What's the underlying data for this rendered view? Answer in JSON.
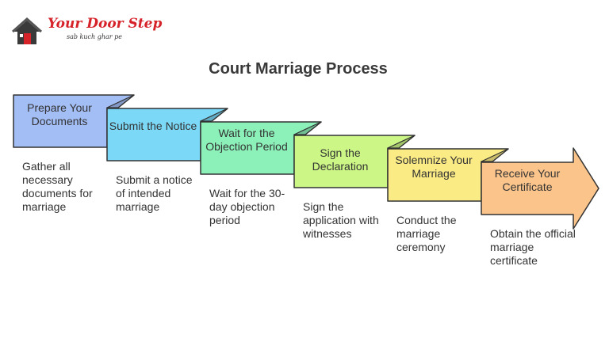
{
  "brand": {
    "name": "Your Door Step",
    "tagline": "sab kuch ghar pe"
  },
  "title": "Court Marriage Process",
  "steps": [
    {
      "label": "Prepare Your Documents",
      "description": "Gather all necessary documents for marriage",
      "color": "#a3bdf5"
    },
    {
      "label": "Submit the Notice",
      "description": "Submit a notice of intended marriage",
      "color": "#7bd8f7"
    },
    {
      "label": "Wait for the Objection Period",
      "description": "Wait for the 30-day objection period",
      "color": "#8cf0b9"
    },
    {
      "label": "Sign the Declaration",
      "description": "Sign the application with witnesses",
      "color": "#ccf786"
    },
    {
      "label": "Solemnize Your Marriage",
      "description": "Conduct the marriage ceremony",
      "color": "#fbeb85"
    },
    {
      "label": "Receive Your Certificate",
      "description": "Obtain the official marriage certificate",
      "color": "#fbc48b"
    }
  ]
}
